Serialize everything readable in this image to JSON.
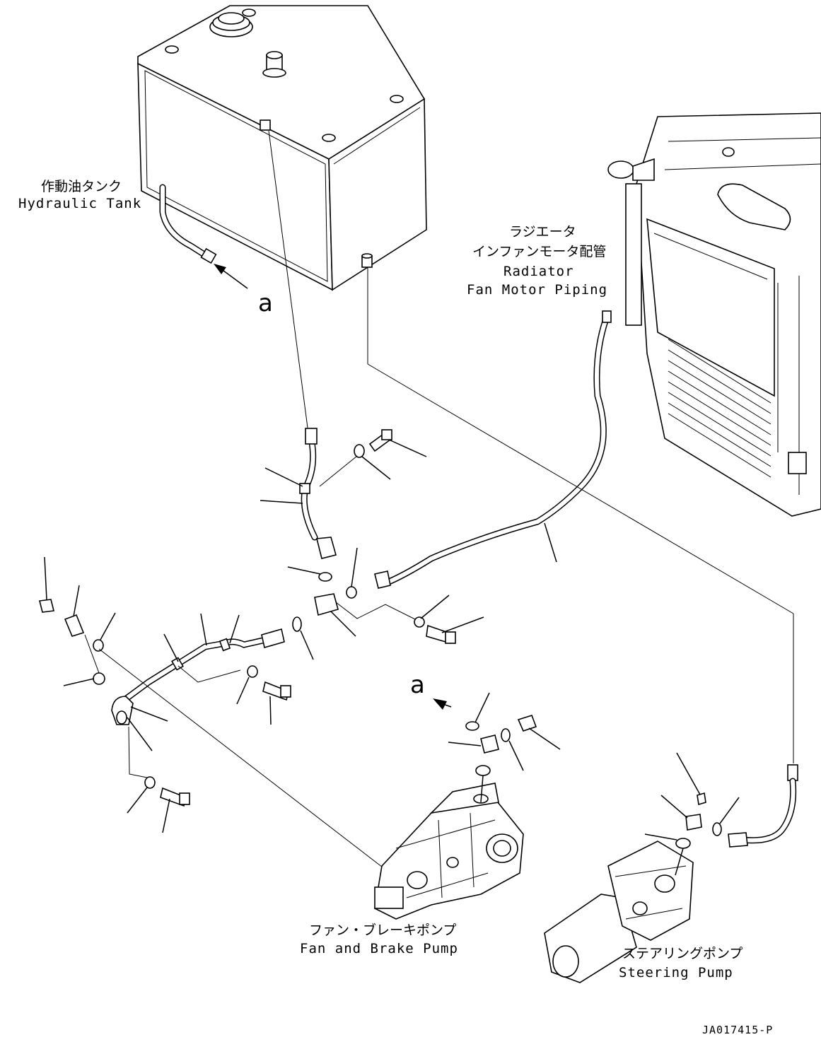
{
  "labels": {
    "hydraulic_tank_jp": "作動油タンク",
    "hydraulic_tank_en": "Hydraulic Tank",
    "radiator_jp_1": "ラジエータ",
    "radiator_jp_2": "インファンモータ配管",
    "radiator_en_1": "Radiator",
    "radiator_en_2": "Fan Motor Piping",
    "fan_brake_pump_jp": "ファン・ブレーキポンプ",
    "fan_brake_pump_en": "Fan and Brake Pump",
    "steering_pump_jp": "ステアリングポンプ",
    "steering_pump_en": "Steering Pump",
    "view_marker_top": "a",
    "view_marker_bottom": "a",
    "drawing_code": "JA017415-P"
  }
}
